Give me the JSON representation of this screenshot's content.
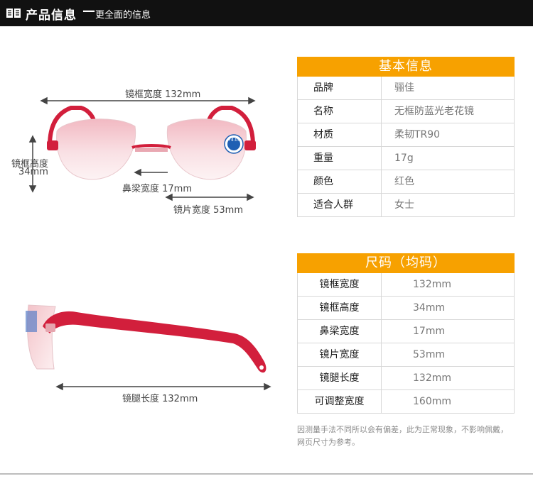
{
  "header": {
    "icon": "open-book-icon",
    "title": "产品信息",
    "dash": "—",
    "subtitle": "更全面的信息"
  },
  "basic_info": {
    "title": "基本信息",
    "rows": [
      {
        "key": "品牌",
        "value": "骊佳"
      },
      {
        "key": "名称",
        "value": "无框防蓝光老花镜"
      },
      {
        "key": "材质",
        "value": "柔韧TR90"
      },
      {
        "key": "重量",
        "value": "17g"
      },
      {
        "key": "颜色",
        "value": "红色"
      },
      {
        "key": "适合人群",
        "value": "女士"
      }
    ]
  },
  "size_info": {
    "title": "尺码（均码）",
    "rows": [
      {
        "key": "镜框宽度",
        "value": "132mm"
      },
      {
        "key": "镜框高度",
        "value": "34mm"
      },
      {
        "key": "鼻梁宽度",
        "value": "17mm"
      },
      {
        "key": "镜片宽度",
        "value": "53mm"
      },
      {
        "key": "镜腿长度",
        "value": "132mm"
      },
      {
        "key": "可调整宽度",
        "value": "160mm"
      }
    ]
  },
  "measurements": {
    "frame_width": "镜框宽度 132mm",
    "frame_height_line1": "镜框高度",
    "frame_height_line2": "34mm",
    "bridge_width": "鼻梁宽度 17mm",
    "lens_width": "镜片宽度 53mm",
    "temple_length": "镜腿长度 132mm"
  },
  "lens_badge": "+4.00",
  "note": "因测量手法不同所以会有偏差，此为正常现象，不影响佩戴，网页尺寸为参考。",
  "colors": {
    "header_bg": "#111111",
    "accent": "#f7a100",
    "frame_red": "#d21f3c"
  }
}
